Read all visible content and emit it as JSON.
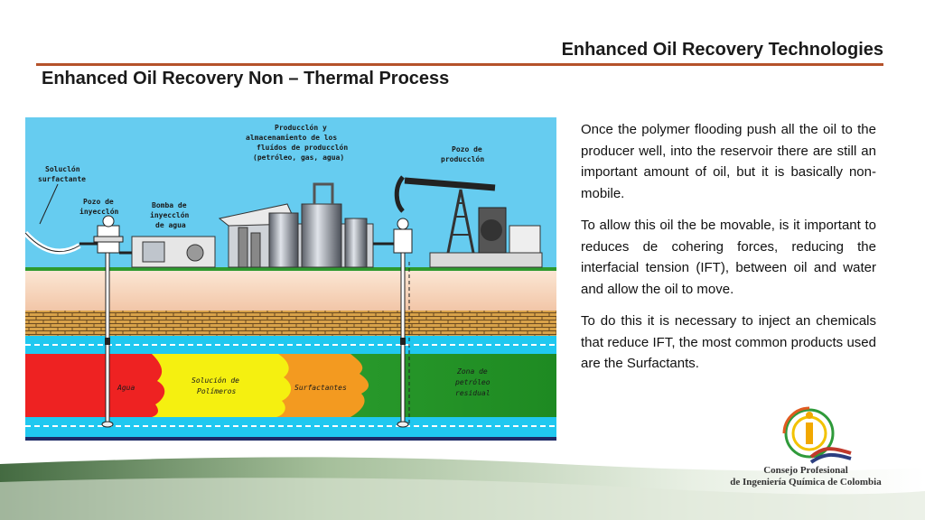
{
  "header": {
    "title": "Enhanced Oil Recovery Technologies"
  },
  "slide": {
    "subtitle": "Enhanced Oil Recovery Non – Thermal Process"
  },
  "diagram": {
    "labels": {
      "solucion": [
        "Soluclón",
        "surfactante"
      ],
      "pozo_iny": [
        "Pozo de",
        "inyecclón"
      ],
      "bomba": [
        "Bomba de",
        "inyecclón",
        "de agua"
      ],
      "produccion": [
        "Producclón y",
        "almacenamiento de los",
        "fluídos de producclón",
        "(petróleo, gas, agua)"
      ],
      "pozo_prod": [
        "Pozo de",
        "producclón"
      ],
      "agua": "Agua",
      "polimeros": [
        "Solución de",
        "Polímeros"
      ],
      "surfactantes": "Surfactantes",
      "zona": [
        "Zona de",
        "petróleo",
        "residual"
      ]
    },
    "colors": {
      "sky": "#66ccf0",
      "ground": "#f7d6c0",
      "brick": "#d8a24a",
      "water": "#20c8f0",
      "agua": "#ee2222",
      "polimeros": "#f5f010",
      "surf": "#f39a20",
      "oil": "#28a02a"
    }
  },
  "body": {
    "paragraphs": [
      "Once the polymer flooding push all the oil to the producer well, into the reservoir there are still an important amount of oil, but it is basically non- mobile.",
      "To allow this oil the be movable, is it important to reduces de cohering forces, reducing the interfacial tension (IFT), between oil and water and allow the oil to move.",
      "To do this it is necessary to inject an chemicals that reduce IFT, the most common products used are the Surfactants."
    ]
  },
  "footer": {
    "org_line1": "Consejo Profesional",
    "org_line2": "de Ingeniería Química de Colombia"
  }
}
